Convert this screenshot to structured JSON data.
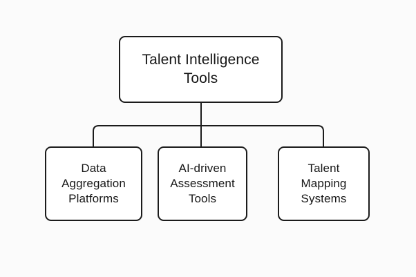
{
  "diagram": {
    "type": "hierarchy-tree",
    "background_color": "#fbfbfb",
    "box_fill_color": "#ffffff",
    "line_color": "#1b1b1b",
    "text_color": "#161616",
    "root": {
      "label": "Talent Intelligence\nTools"
    },
    "children": [
      {
        "label": "Data\nAggregation\nPlatforms"
      },
      {
        "label": "AI-driven\nAssessment\nTools"
      },
      {
        "label": "Talent\nMapping\nSystems"
      }
    ]
  }
}
